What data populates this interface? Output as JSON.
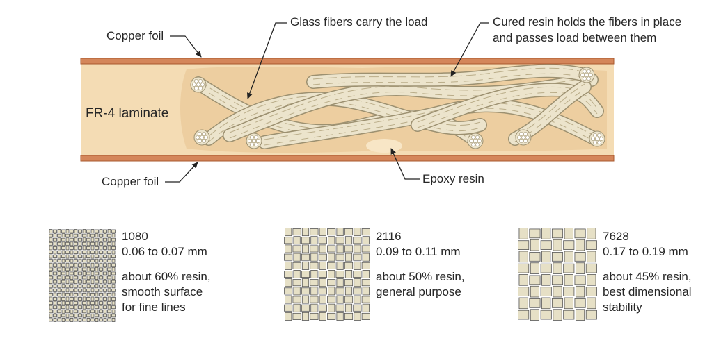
{
  "labels": {
    "copper_top": "Copper foil",
    "copper_bottom": "Copper foil",
    "laminate": "FR-4 laminate",
    "glass_fibers": "Glass fibers carry the load",
    "cured_resin_line1": "Cured resin holds the fibers in place",
    "cured_resin_line2": "and passes load between them",
    "epoxy": "Epoxy resin"
  },
  "colors": {
    "copper": "#d4865a",
    "copper_edge": "#a8582e",
    "laminate": "#f4dcb4",
    "resin_dark": "#e8c796",
    "fiber": "#ece4cc",
    "fiber_edge": "#9c9070",
    "weave": "#e6e0c6",
    "weave_edge": "#555555"
  },
  "weaves": [
    {
      "code": "1080",
      "thickness": "0.06 to 0.07 mm",
      "note1": "about 60% resin,",
      "note2": "smooth surface",
      "note3": "for fine lines",
      "density": 16
    },
    {
      "code": "2116",
      "thickness": "0.09 to 0.11 mm",
      "note1": "about 50% resin,",
      "note2": "general purpose",
      "note3": "",
      "density": 10
    },
    {
      "code": "7628",
      "thickness": "0.17 to 0.19 mm",
      "note1": "about 45% resin,",
      "note2": "best dimensional",
      "note3": "stability",
      "density": 7
    }
  ]
}
